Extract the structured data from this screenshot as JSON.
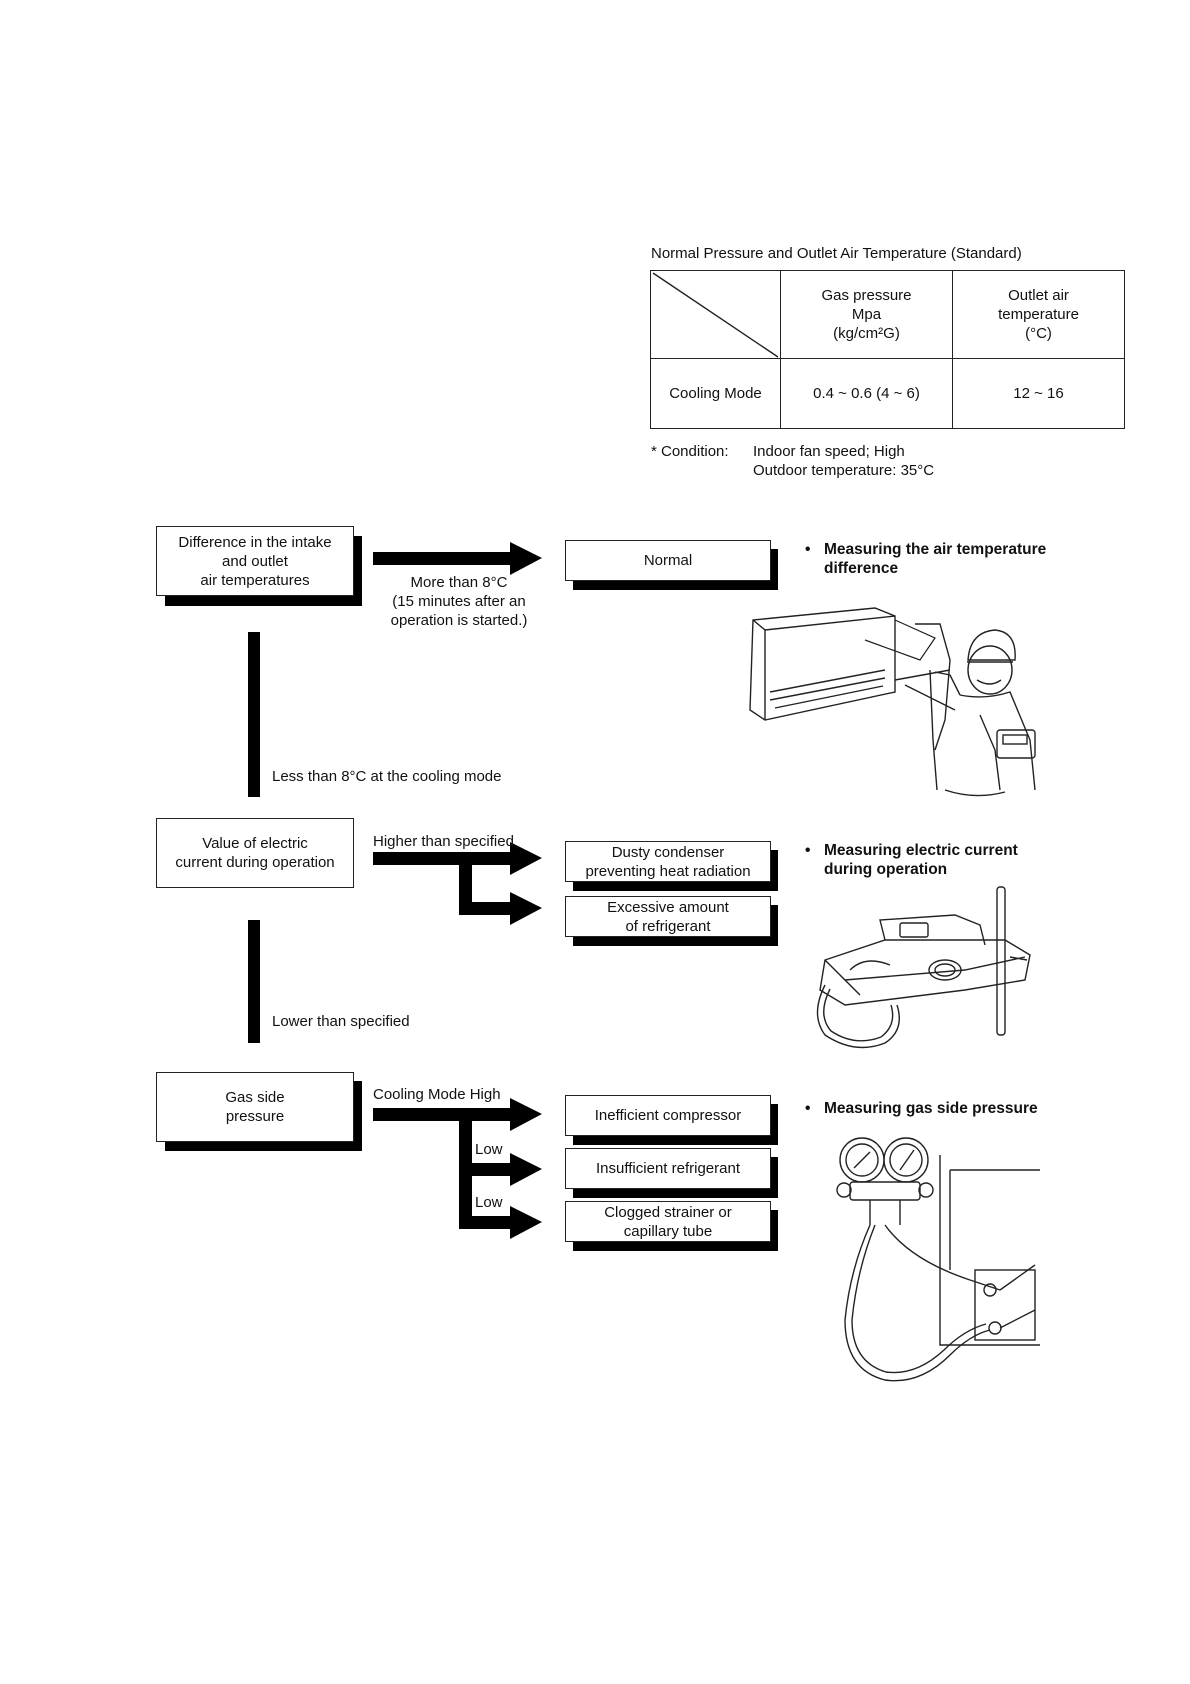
{
  "table": {
    "title": "Normal Pressure and Outlet Air Temperature (Standard)",
    "col1_header": [
      "Gas pressure",
      "Mpa",
      "(kg/cm²G)"
    ],
    "col2_header": [
      "Outlet air",
      "temperature",
      "(°C)"
    ],
    "row_label": "Cooling Mode",
    "gas_pressure": "0.4 ~ 0.6 (4 ~ 6)",
    "outlet_temp": "12 ~ 16",
    "condition_label": "* Condition:",
    "condition_line1": "Indoor fan speed; High",
    "condition_line2": "Outdoor temperature: 35°C"
  },
  "step1": {
    "box_lines": [
      "Difference in the intake",
      "and outlet",
      "air temperatures"
    ],
    "arrow_label": [
      "More than 8°C",
      "(15 minutes after an",
      "operation is started.)"
    ],
    "result": "Normal",
    "down_label": "Less than 8°C at the cooling mode",
    "bullet": [
      "Measuring the air temperature",
      "difference"
    ]
  },
  "step2": {
    "box_lines": [
      "Value of electric",
      "current during operation"
    ],
    "arrow_label": "Higher than specified",
    "result1": [
      "Dusty condenser",
      "preventing heat radiation"
    ],
    "result2": [
      "Excessive amount",
      "of refrigerant"
    ],
    "down_label": "Lower than specified",
    "bullet": [
      "Measuring electric current",
      "during operation"
    ]
  },
  "step3": {
    "box_lines": [
      "Gas side",
      "pressure"
    ],
    "arrow_label_high": "Cooling Mode High",
    "arrow_label_low1": "Low",
    "arrow_label_low2": "Low",
    "result1": "Inefficient compressor",
    "result2": "Insufficient refrigerant",
    "result3": [
      "Clogged strainer or",
      "capillary tube"
    ],
    "bullet": "Measuring gas side pressure"
  },
  "bullet_glyph": "•"
}
